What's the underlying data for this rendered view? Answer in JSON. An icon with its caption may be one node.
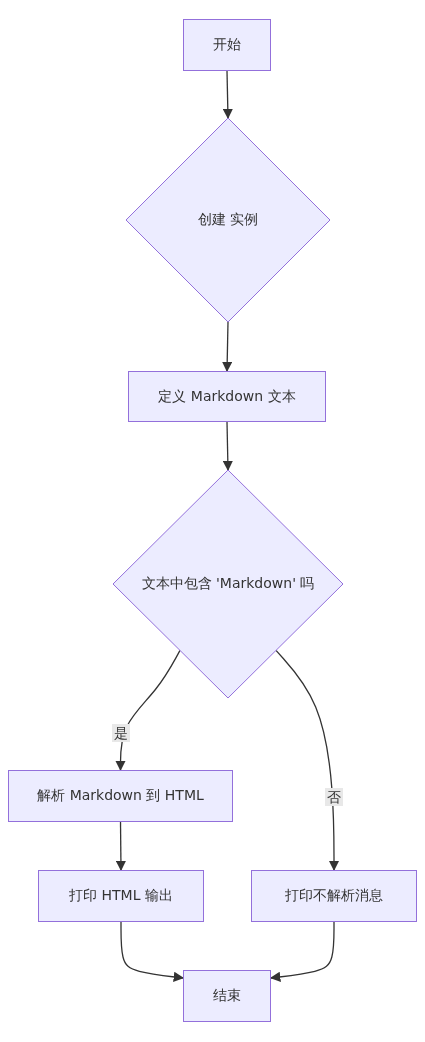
{
  "diagram": {
    "nodes": [
      {
        "text": [
          "开始"
        ]
      },
      {
        "text": [
          "创建 实例"
        ]
      },
      {
        "text": [
          "定义 Markdown 文本"
        ]
      },
      {
        "text": [
          "文本中包含 'Markdown' 吗"
        ]
      },
      {
        "text": [
          "解析 Markdown 到 HTML"
        ]
      },
      {
        "text": [
          "打印 HTML 输出"
        ]
      },
      {
        "text": [
          "打印不解析消息"
        ]
      },
      {
        "text": [
          "结束"
        ]
      }
    ],
    "edges": [
      {
        "from": 0,
        "to": 1,
        "arrow": "to"
      },
      {
        "from": 1,
        "to": 2,
        "arrow": "to"
      },
      {
        "from": 2,
        "to": 3,
        "arrow": "to"
      },
      {
        "from": 3,
        "to": 4,
        "arrow": "to",
        "label": "是"
      },
      {
        "from": 3,
        "to": 6,
        "arrow": "to",
        "label": "否"
      },
      {
        "from": 4,
        "to": 5,
        "arrow": "to"
      },
      {
        "from": 5,
        "to": 7,
        "arrow": "to"
      },
      {
        "from": 6,
        "to": 7,
        "arrow": "to"
      }
    ]
  }
}
